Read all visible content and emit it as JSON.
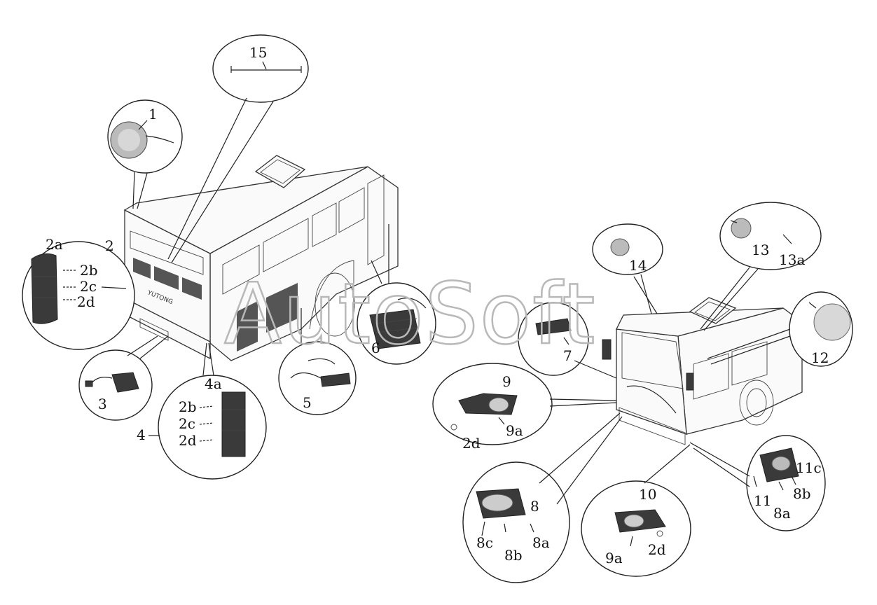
{
  "watermark": "AutoSoft",
  "badge_text": "YUTONG",
  "labels": {
    "l1": "1",
    "l2": "2",
    "l2a": "2a",
    "l2b": "2b",
    "l2c": "2c",
    "l2d": "2d",
    "l3": "3",
    "l4": "4",
    "l4a": "4a",
    "l4_2b": "2b",
    "l4_2c": "2c",
    "l4_2d": "2d",
    "l5": "5",
    "l6": "6",
    "l7": "7",
    "l8": "8",
    "l8a": "8a",
    "l8b": "8b",
    "l8c": "8c",
    "l9": "9",
    "l9a": "9a",
    "l9_2d": "2d",
    "l10": "10",
    "l10_9a": "9a",
    "l10_2d": "2d",
    "l11": "11",
    "l11c": "11c",
    "l11_8a": "8a",
    "l11_8b": "8b",
    "l12": "12",
    "l13": "13",
    "l13a": "13a",
    "l14": "14",
    "l15": "15"
  }
}
